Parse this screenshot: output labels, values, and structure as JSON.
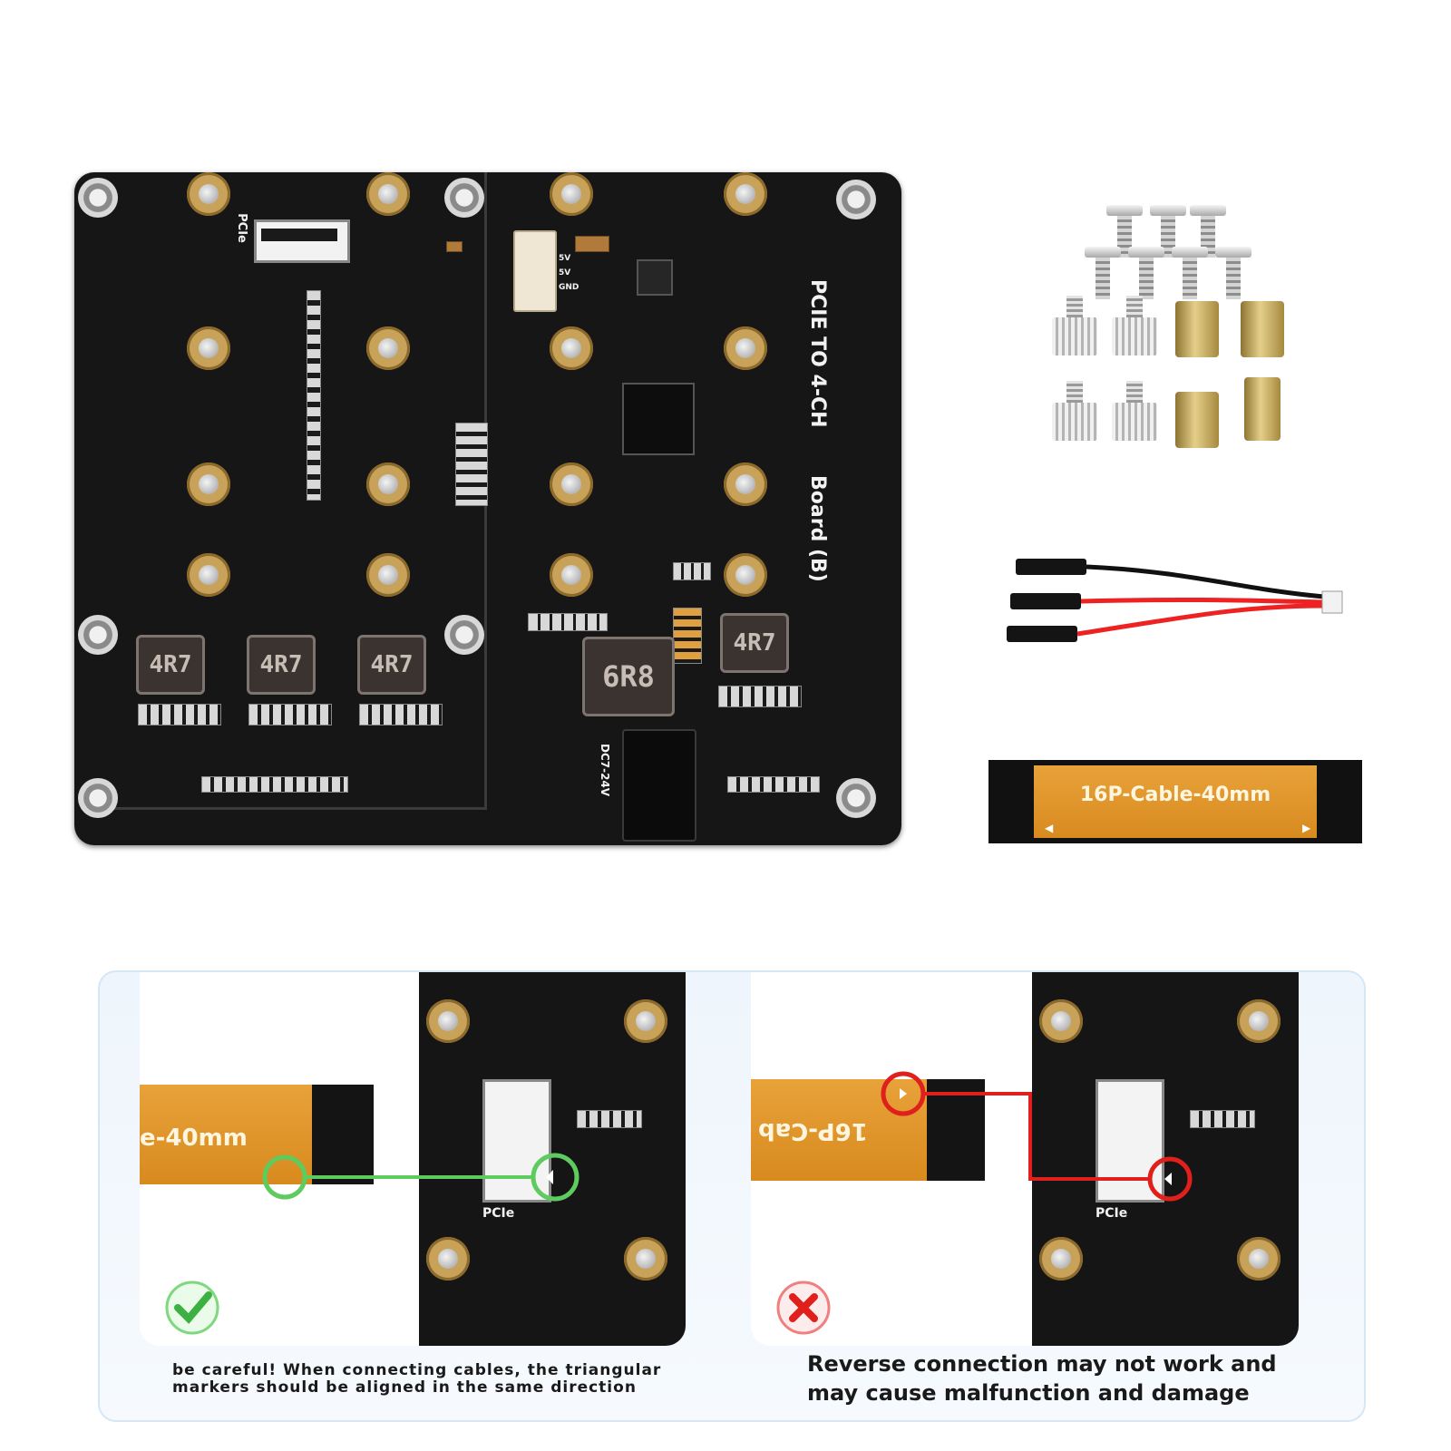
{
  "board": {
    "side_label_1": "PCIE TO 4-CH",
    "side_label_2": "Board (B)",
    "pcie_label": "PCIe",
    "power_label": "DC7-24V",
    "header_pins": [
      "5V",
      "5V",
      "GND"
    ],
    "inductor_small": "4R7",
    "inductor_large": "6R8"
  },
  "cable": {
    "label": "16P-Cable-40mm"
  },
  "instructions": {
    "correct": {
      "cable_text": "e-40mm",
      "pcie_label": "PCIe",
      "caption": "be careful! When connecting cables, the triangular markers should be aligned in the same direction",
      "status_icon": "check-icon",
      "color": "#5ecb5e"
    },
    "wrong": {
      "cable_text": "16P-Cab",
      "pcie_label": "PCIe",
      "caption": "Reverse connection may not work and may cause malfunction and damage",
      "status_icon": "cross-icon",
      "color": "#e0201c"
    }
  }
}
